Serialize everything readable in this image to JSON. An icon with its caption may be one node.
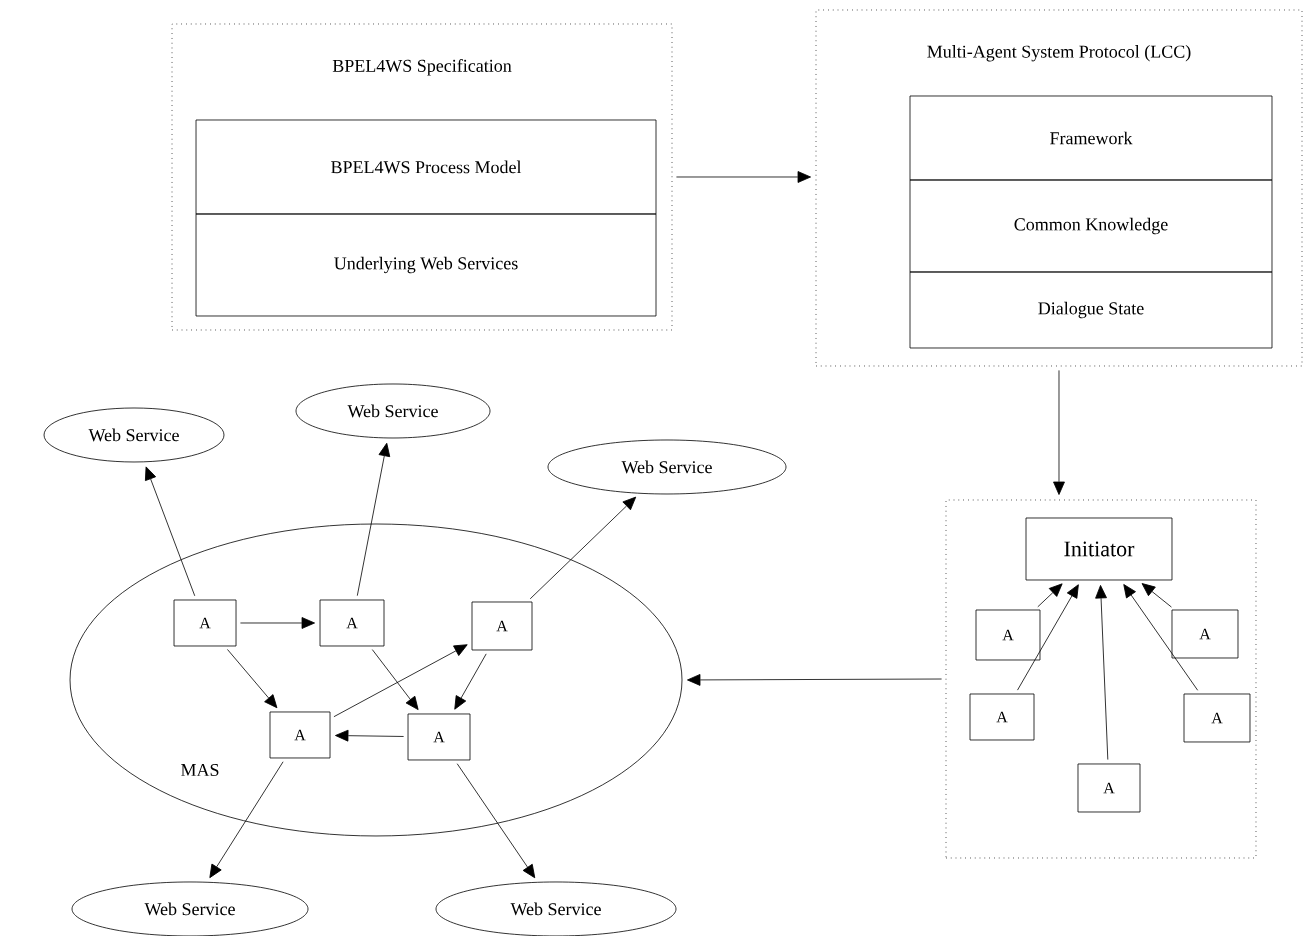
{
  "diagram": {
    "nodes": [
      {
        "text": [
          "BPEL4WS Specification"
        ]
      },
      {
        "text": [
          "BPEL4WS Process Model"
        ],
        "in": 0
      },
      {
        "text": [
          "Underlying Web Services"
        ],
        "in": 0
      },
      {
        "text": [
          "Multi-Agent System Protocol (LCC)"
        ]
      },
      {
        "text": [
          "Framework"
        ],
        "in": 3
      },
      {
        "text": [
          "Common Knowledge"
        ],
        "in": 3
      },
      {
        "text": [
          "Dialogue State"
        ],
        "in": 3
      },
      {
        "text": [],
        "shape": "box"
      },
      {
        "text": [
          "Initiator"
        ],
        "in": 7
      },
      {
        "text": [
          "A"
        ],
        "in": 7
      },
      {
        "text": [
          "A"
        ],
        "in": 7
      },
      {
        "text": [
          "A"
        ],
        "in": 7
      },
      {
        "text": [
          "A"
        ],
        "in": 7
      },
      {
        "text": [
          "A"
        ],
        "in": 7
      },
      {
        "text": [
          "MAS"
        ]
      },
      {
        "text": [
          "A"
        ],
        "in": 14
      },
      {
        "text": [
          "A"
        ],
        "in": 14
      },
      {
        "text": [
          "A"
        ],
        "in": 14
      },
      {
        "text": [
          "A"
        ],
        "in": 14
      },
      {
        "text": [
          "A"
        ],
        "in": 14
      },
      {
        "text": [
          "Web Service"
        ]
      },
      {
        "text": [
          "Web Service"
        ]
      },
      {
        "text": [
          "Web Service"
        ]
      },
      {
        "text": [
          "Web Service"
        ]
      },
      {
        "text": [
          "Web Service"
        ]
      }
    ],
    "edges": [
      {
        "from": 0,
        "to": 3,
        "arrow": "to"
      },
      {
        "from": 3,
        "to": 7,
        "arrow": "to"
      },
      {
        "from": 7,
        "to": 14,
        "arrow": "to"
      },
      {
        "from": 9,
        "to": 8,
        "arrow": "to"
      },
      {
        "from": 13,
        "to": 8,
        "arrow": "to"
      },
      {
        "from": 10,
        "to": 8,
        "arrow": "to"
      },
      {
        "from": 12,
        "to": 8,
        "arrow": "to"
      },
      {
        "from": 11,
        "to": 8,
        "arrow": "to"
      },
      {
        "from": 15,
        "to": 20,
        "arrow": "to"
      },
      {
        "from": 16,
        "to": 21,
        "arrow": "to"
      },
      {
        "from": 17,
        "to": 22,
        "arrow": "to"
      },
      {
        "from": 18,
        "to": 23,
        "arrow": "to"
      },
      {
        "from": 19,
        "to": 24,
        "arrow": "to"
      },
      {
        "from": 15,
        "to": 16,
        "arrow": "to"
      },
      {
        "from": 15,
        "to": 18,
        "arrow": "to"
      },
      {
        "from": 16,
        "to": 19,
        "arrow": "to"
      },
      {
        "from": 17,
        "to": 19,
        "arrow": "to"
      },
      {
        "from": 19,
        "to": 18,
        "arrow": "to"
      },
      {
        "from": 18,
        "to": 17,
        "arrow": "to"
      }
    ]
  }
}
